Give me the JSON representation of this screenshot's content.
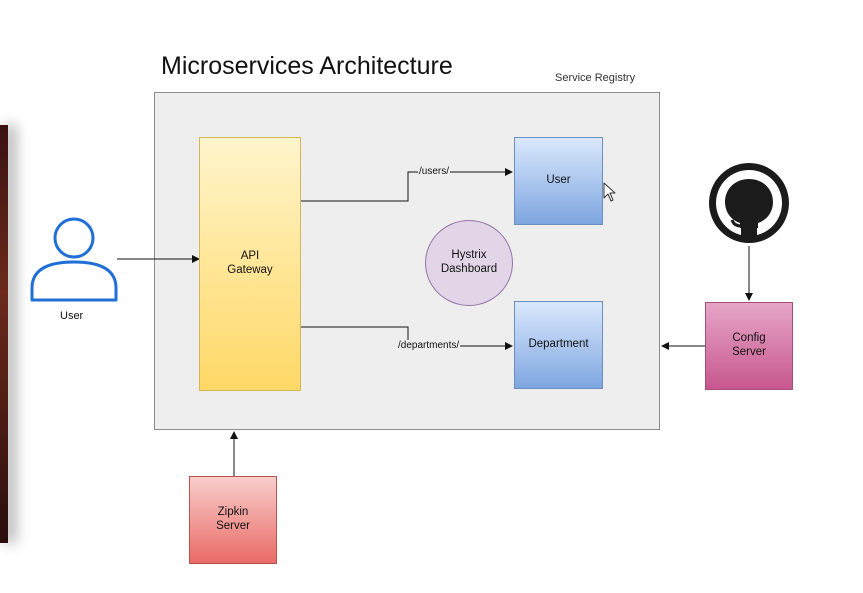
{
  "title": "Microservices Architecture",
  "service_registry": {
    "label": "Service Registry"
  },
  "user": {
    "label": "User"
  },
  "api_gateway": {
    "label_line1": "API",
    "label_line2": "Gateway"
  },
  "user_service": {
    "label": "User"
  },
  "department_service": {
    "label": "Department"
  },
  "hystrix": {
    "label_line1": "Hystrix",
    "label_line2": "Dashboard"
  },
  "config_server": {
    "label_line1": "Config",
    "label_line2": "Server"
  },
  "zipkin_server": {
    "label_line1": "Zipkin",
    "label_line2": "Server"
  },
  "edges": {
    "users_route": "/users/",
    "departments_route": "/departments/"
  },
  "icons": {
    "user": "user-actor-icon",
    "github": "github-icon",
    "cursor": "mouse-cursor-icon"
  },
  "colors": {
    "gateway_fill": "#ffd866",
    "service_fill": "#7ea6e0",
    "hystrix_fill": "#e1d5e7",
    "config_fill": "#c8578f",
    "zipkin_fill": "#ea6b66",
    "actor_stroke": "#1f6fd6"
  }
}
